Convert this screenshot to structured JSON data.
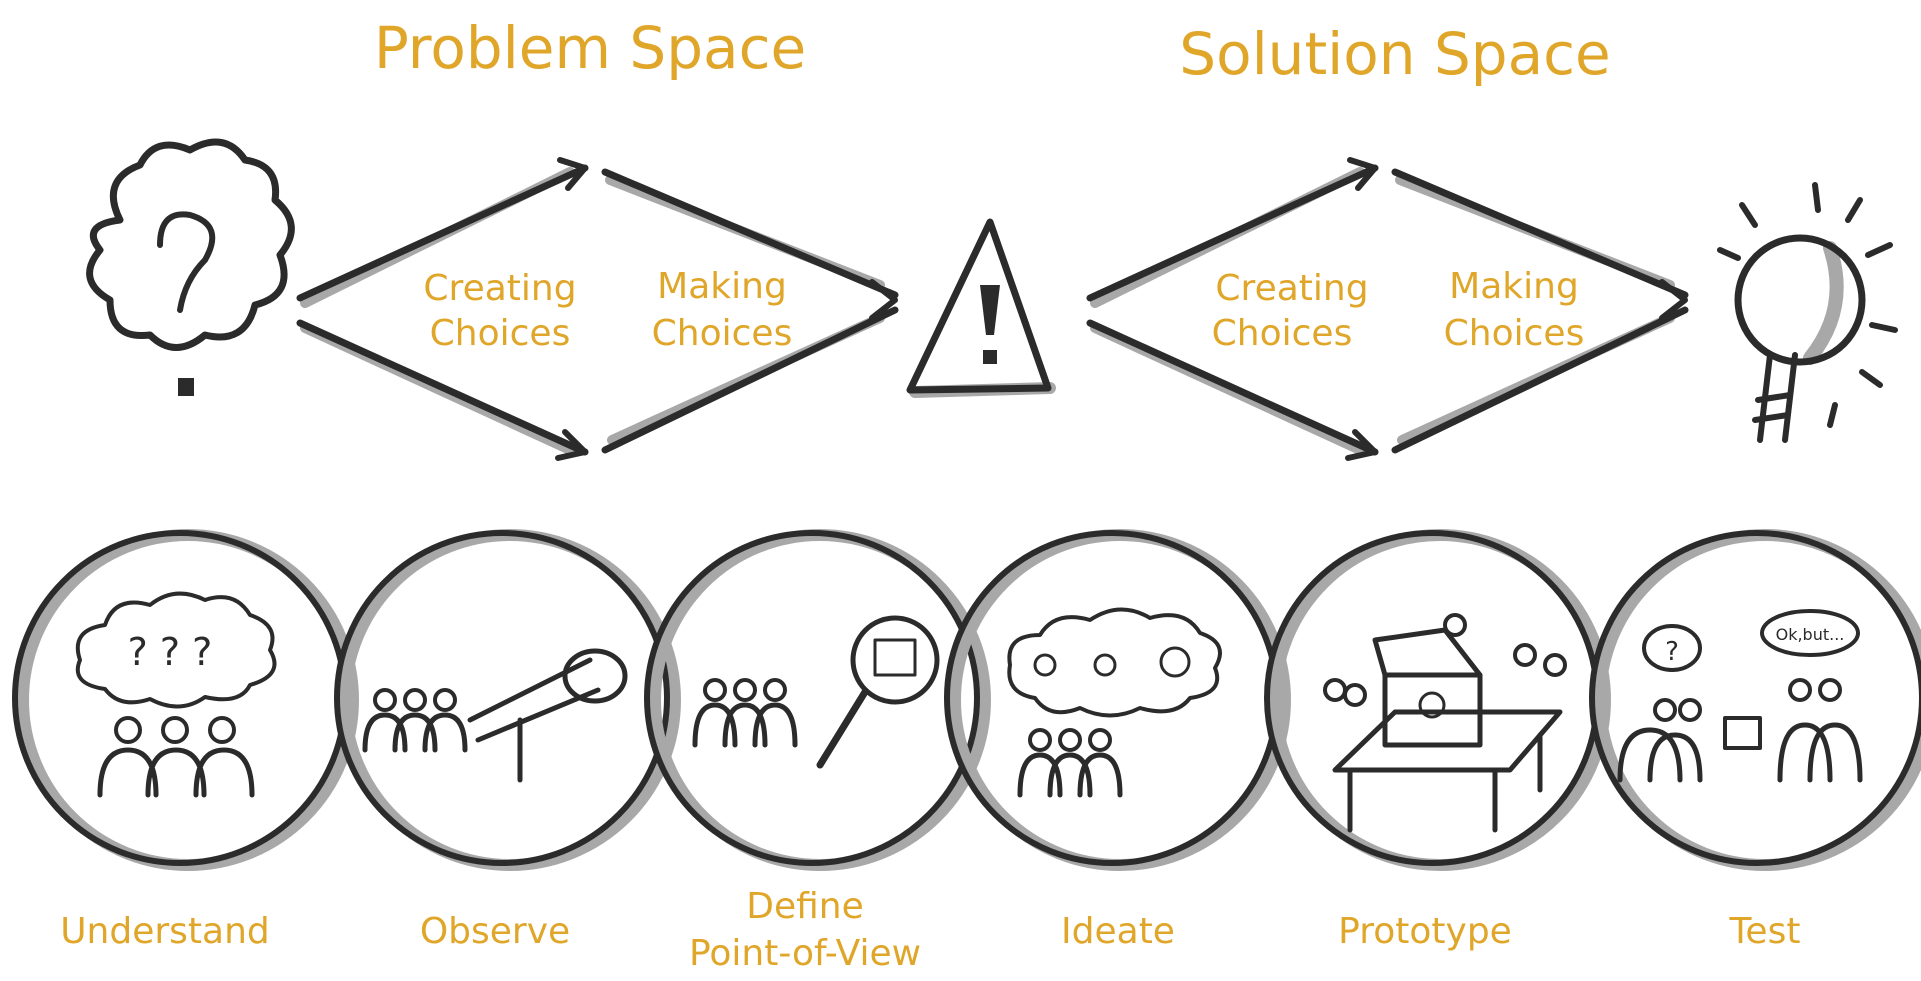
{
  "spaces": {
    "problem_title": "Problem Space",
    "solution_title": "Solution Space"
  },
  "choices": {
    "creating": [
      "Creating",
      "Choices"
    ],
    "making": [
      "Making",
      "Choices"
    ]
  },
  "symbols": {
    "start": "question-cloud-icon",
    "middle": "warning-triangle-icon",
    "end": "light-bulb-icon"
  },
  "phases": [
    {
      "label": [
        "Understand"
      ],
      "icon": "confused-group-icon"
    },
    {
      "label": [
        "Observe"
      ],
      "icon": "telescope-group-icon"
    },
    {
      "label": [
        "Define",
        "Point-of-View"
      ],
      "icon": "magnifier-group-icon"
    },
    {
      "label": [
        "Ideate"
      ],
      "icon": "ideas-group-icon"
    },
    {
      "label": [
        "Prototype"
      ],
      "icon": "prototype-table-icon"
    },
    {
      "label": [
        "Test"
      ],
      "icon": "user-test-icon"
    }
  ],
  "bubble_texts": {
    "test_speech": "Ok,but...",
    "test_question": "?",
    "understand_questions": "? ? ?"
  },
  "colors": {
    "accent": "#e0a62a",
    "ink": "#2b2b2b",
    "shadow": "#a8a8a8"
  }
}
